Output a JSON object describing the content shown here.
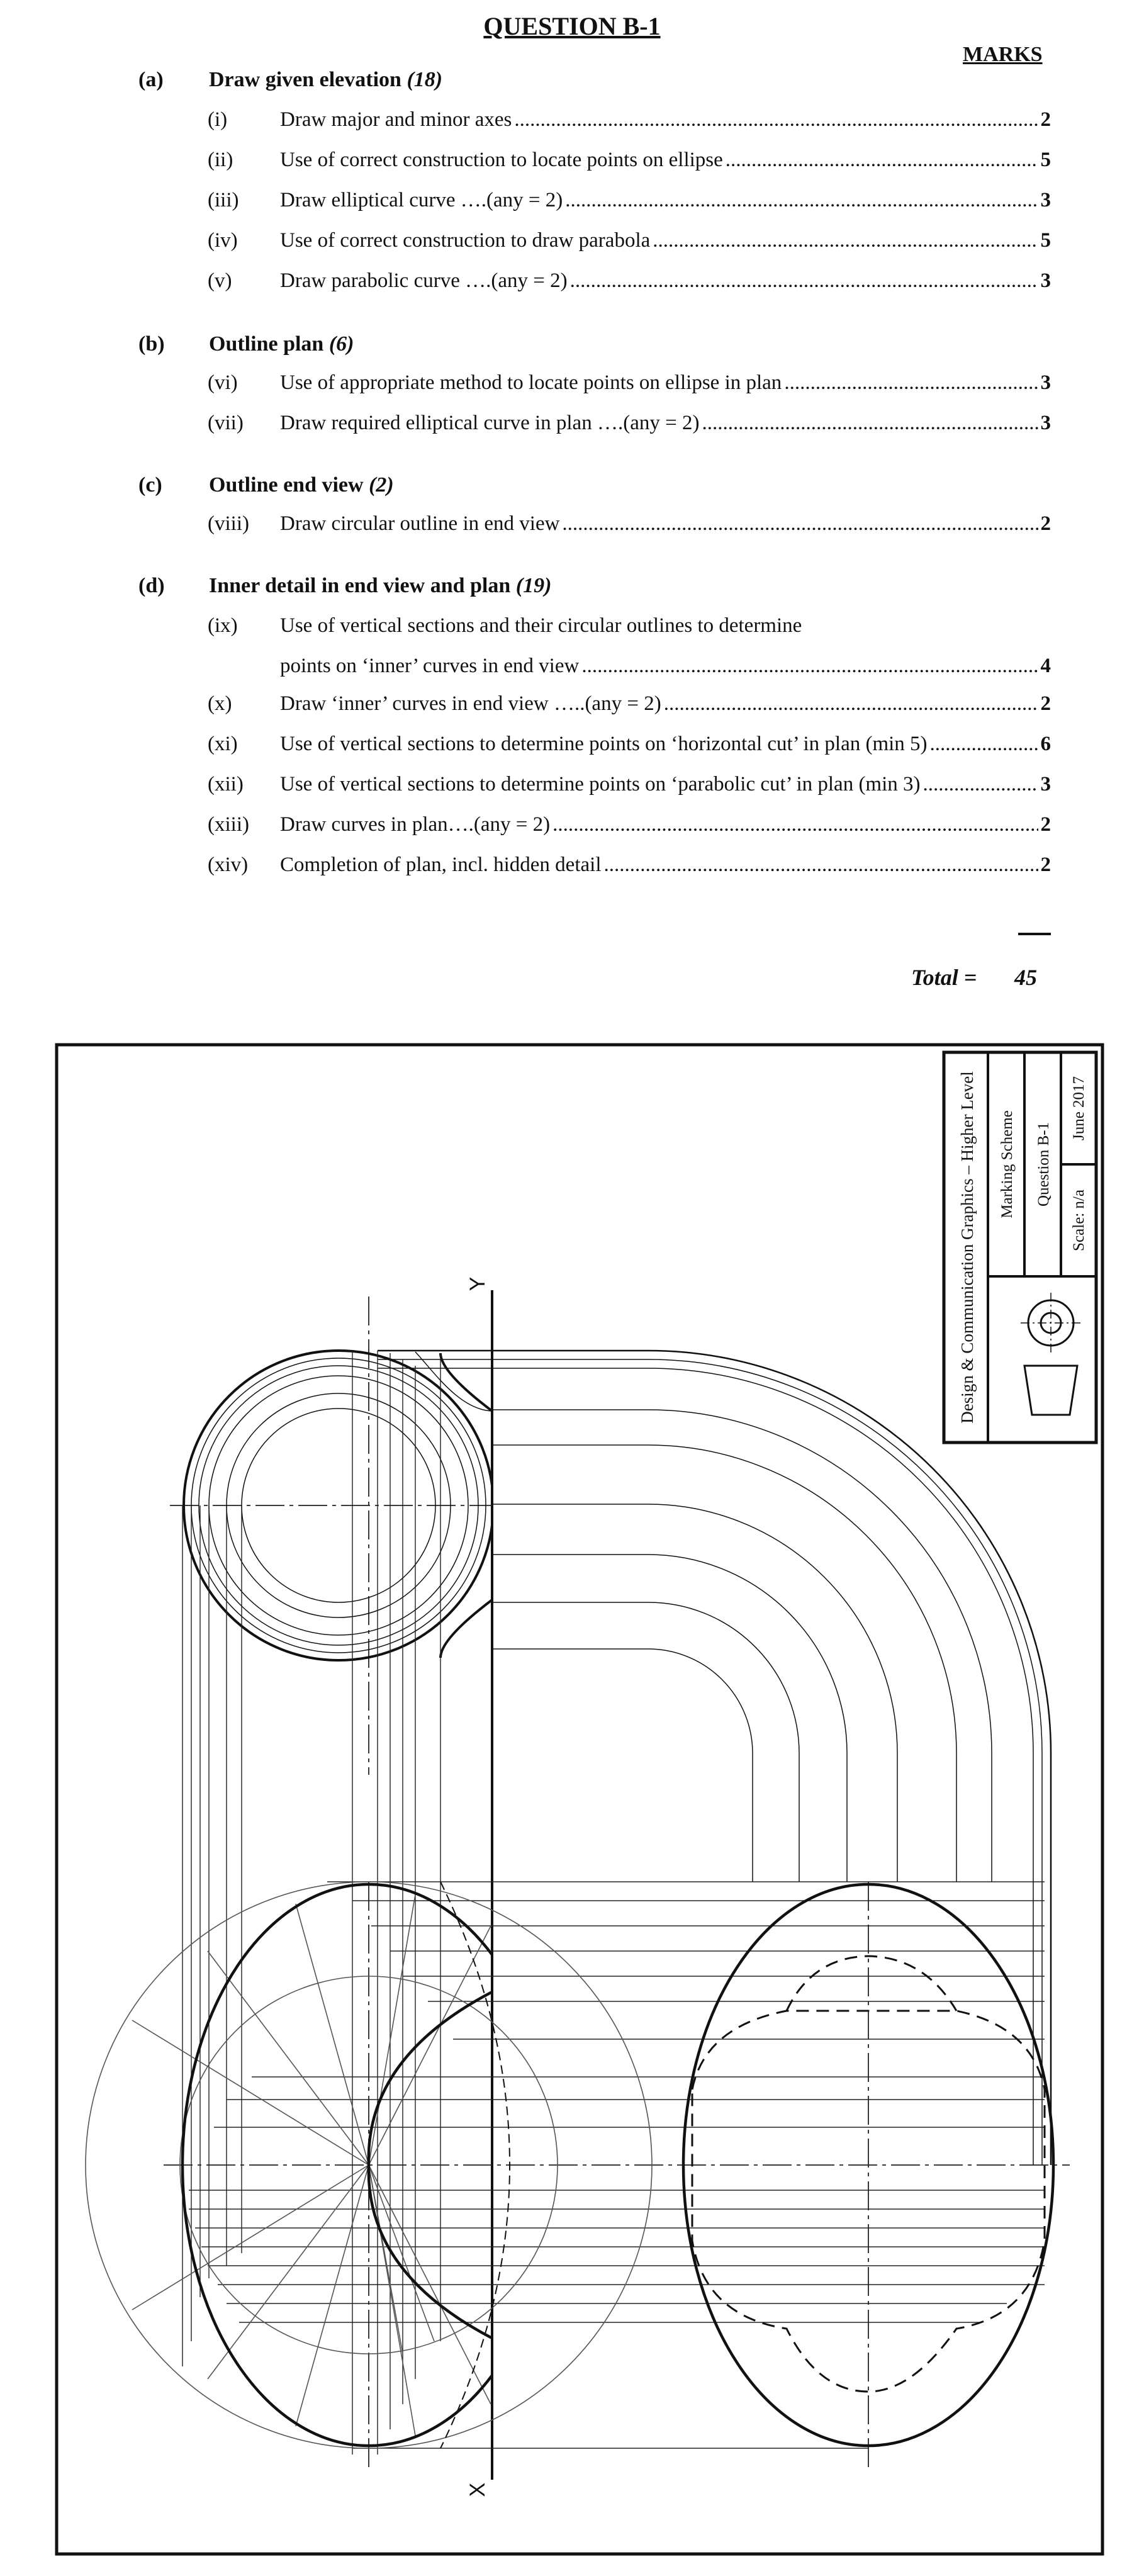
{
  "document": {
    "title": "QUESTION B-1",
    "marks_header": "MARKS",
    "sections": [
      {
        "label": "(a)",
        "heading": "Draw given elevation",
        "heading_marks": "(18)",
        "items": [
          {
            "num": "(i)",
            "text": "Draw major and minor axes",
            "marks": "2"
          },
          {
            "num": "(ii)",
            "text": "Use of correct construction to locate points on ellipse",
            "marks": "5"
          },
          {
            "num": "(iii)",
            "text": "Draw elliptical curve ….(any = 2)",
            "marks": "3"
          },
          {
            "num": "(iv)",
            "text": "Use of correct construction to draw parabola",
            "marks": "5"
          },
          {
            "num": "(v)",
            "text": "Draw parabolic curve ….(any = 2)",
            "marks": "3"
          }
        ]
      },
      {
        "label": "(b)",
        "heading": "Outline plan",
        "heading_marks": "(6)",
        "items": [
          {
            "num": "(vi)",
            "text": "Use of appropriate method to locate points on ellipse in plan",
            "marks": "3"
          },
          {
            "num": "(vii)",
            "text": "Draw required elliptical curve in plan ….(any = 2)",
            "marks": "3"
          }
        ]
      },
      {
        "label": "(c)",
        "heading": "Outline end view",
        "heading_marks": "(2)",
        "items": [
          {
            "num": "(viii)",
            "text": "Draw circular outline in end view",
            "marks": "2"
          }
        ]
      },
      {
        "label": "(d)",
        "heading": "Inner detail in end view and plan",
        "heading_marks": "(19)",
        "items": [
          {
            "num": "(ix)",
            "text": "Use of vertical sections and their circular outlines to determine",
            "text2": "points on ‘inner’ curves in end view",
            "marks": "4"
          },
          {
            "num": "(x)",
            "text": "Draw ‘inner’ curves in end view …..(any = 2)",
            "marks": "2"
          },
          {
            "num": "(xi)",
            "text": "Use of vertical sections to determine points on ‘horizontal cut’ in plan (min 5)",
            "marks": "6"
          },
          {
            "num": "(xii)",
            "text": "Use of vertical sections to determine points on ‘parabolic cut’ in plan (min 3)",
            "marks": "3"
          },
          {
            "num": "(xiii)",
            "text": "Draw curves in plan….(any = 2)",
            "marks": "2"
          },
          {
            "num": "(xiv)",
            "text": "Completion of plan, incl. hidden detail",
            "marks": "2"
          }
        ]
      }
    ],
    "total_label": "Total =",
    "total_value": "45"
  },
  "drawing": {
    "axis_top_label": "Y",
    "axis_bottom_label": "X",
    "title_block": {
      "subject": "Design & Communication Graphics – Higher Level",
      "doc_type": "Marking Scheme",
      "question": "Question B-1",
      "date": "June 2017",
      "scale": "Scale: n/a"
    }
  }
}
